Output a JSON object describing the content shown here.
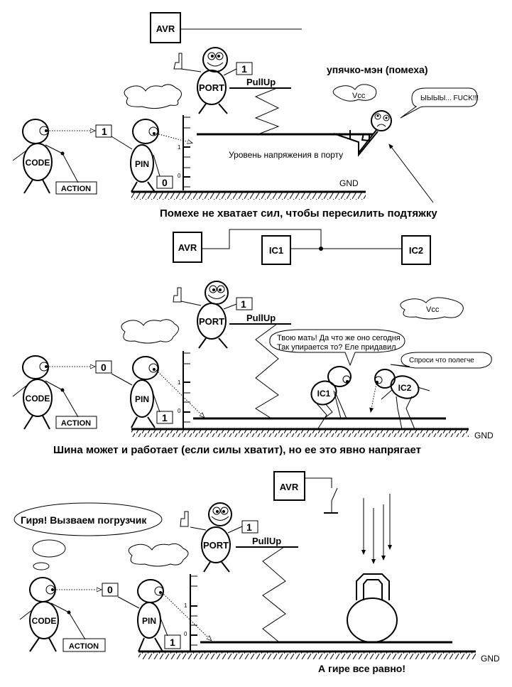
{
  "labels": {
    "avr": "AVR",
    "ic1": "IC1",
    "ic2": "IC2",
    "port": "PORT",
    "pin": "PIN",
    "code": "CODE",
    "action": "ACTION",
    "pullup": "PullUp",
    "gnd": "GND",
    "vcc": "Vcc",
    "axis_one": "1",
    "axis_zero": "0"
  },
  "panel1": {
    "port_value": "1",
    "code_value": "1",
    "pin_value": "0",
    "noise_title": "упячко-мэн (помеха)",
    "noise_speech": "ЫЫЫЫ... FUCK!!!",
    "level_label": "Уровень напряжения в порту",
    "caption": "Помехе не хватает сил, чтобы пересилить подтяжку"
  },
  "panel2": {
    "port_value": "1",
    "code_value": "0",
    "pin_value": "1",
    "ic1_speech_line1": "Твою мать! Да что же оно сегодня",
    "ic1_speech_line2": "Так упирается то? Еле придавил",
    "ic2_speech": "Спроси что полегче",
    "caption": "Шина может и работает (если силы хватит), но ее это явно напрягает"
  },
  "panel3": {
    "port_value": "1",
    "code_value": "0",
    "pin_value": "1",
    "code_speech": "Гиря! Вызваем погрузчик",
    "caption": "А гире все равно!"
  }
}
